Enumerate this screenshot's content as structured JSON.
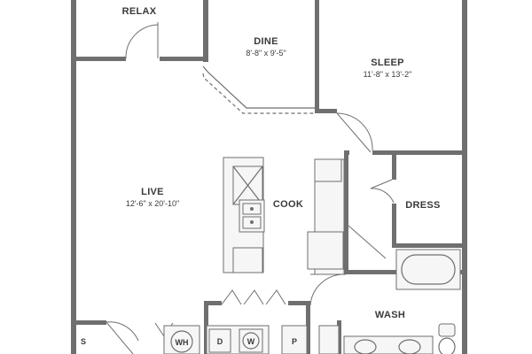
{
  "rooms": {
    "relax": {
      "name": "RELAX"
    },
    "dine": {
      "name": "DINE",
      "dims": "8'-8\" x 9'-5\""
    },
    "sleep": {
      "name": "SLEEP",
      "dims": "11'-8\" x 13'-2\""
    },
    "live": {
      "name": "LIVE",
      "dims": "12'-6\" x 20'-10\""
    },
    "cook": {
      "name": "COOK"
    },
    "dress": {
      "name": "DRESS"
    },
    "wash": {
      "name": "WASH"
    }
  },
  "fixtures": {
    "water_heater": "WH",
    "dryer": "D",
    "washer": "W",
    "pantry": "P",
    "storage": "S"
  },
  "colors": {
    "wall": "#6f6f6f",
    "background": "#ffffff",
    "text": "#3a3a3a"
  }
}
